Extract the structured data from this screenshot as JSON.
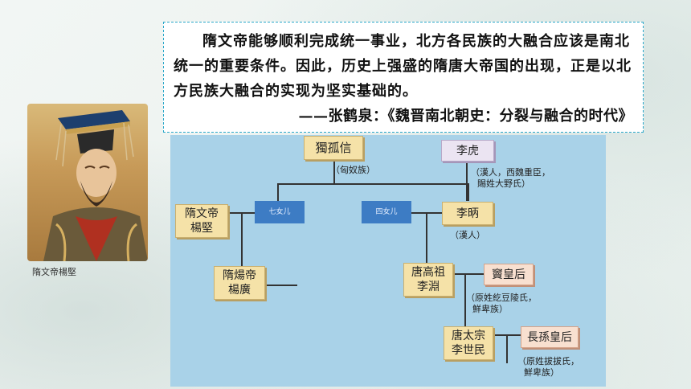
{
  "quote": {
    "text": "隋文帝能够顺利完成统一事业，北方各民族的大融合应该是南北统一的重要条件。因此，历史上强盛的隋唐大帝国的出现，正是以北方民族大融合的实现为坚实基础的。",
    "source": "——张鹤泉：《魏晋南北朝史：分裂与融合的时代》"
  },
  "portrait": {
    "caption": "隋文帝楊堅"
  },
  "tree": {
    "dugu_xin": "獨孤信",
    "dugu_note": "（匈奴族）",
    "li_hu": "李虎",
    "li_hu_note": [
      "（漢人，西魏重臣，",
      "賜姓大野氏）"
    ],
    "seventh_daughter": "七女儿",
    "fourth_daughter": "四女儿",
    "sui_wendi": [
      "隋文帝",
      "楊堅"
    ],
    "li_bing": "李昞",
    "li_bing_note": "（漢人）",
    "sui_yangdi": [
      "隋煬帝",
      "楊廣"
    ],
    "tang_gaozu": [
      "唐高祖",
      "李淵"
    ],
    "empress_dou": "竇皇后",
    "dou_note": [
      "（原姓紇豆陵氏，",
      "鮮卑族）"
    ],
    "tang_taizong": [
      "唐太宗",
      "李世民"
    ],
    "empress_zhangsun": "長孫皇后",
    "zhangsun_note": [
      "（原姓拔拔氏，",
      "鮮卑族）"
    ]
  }
}
